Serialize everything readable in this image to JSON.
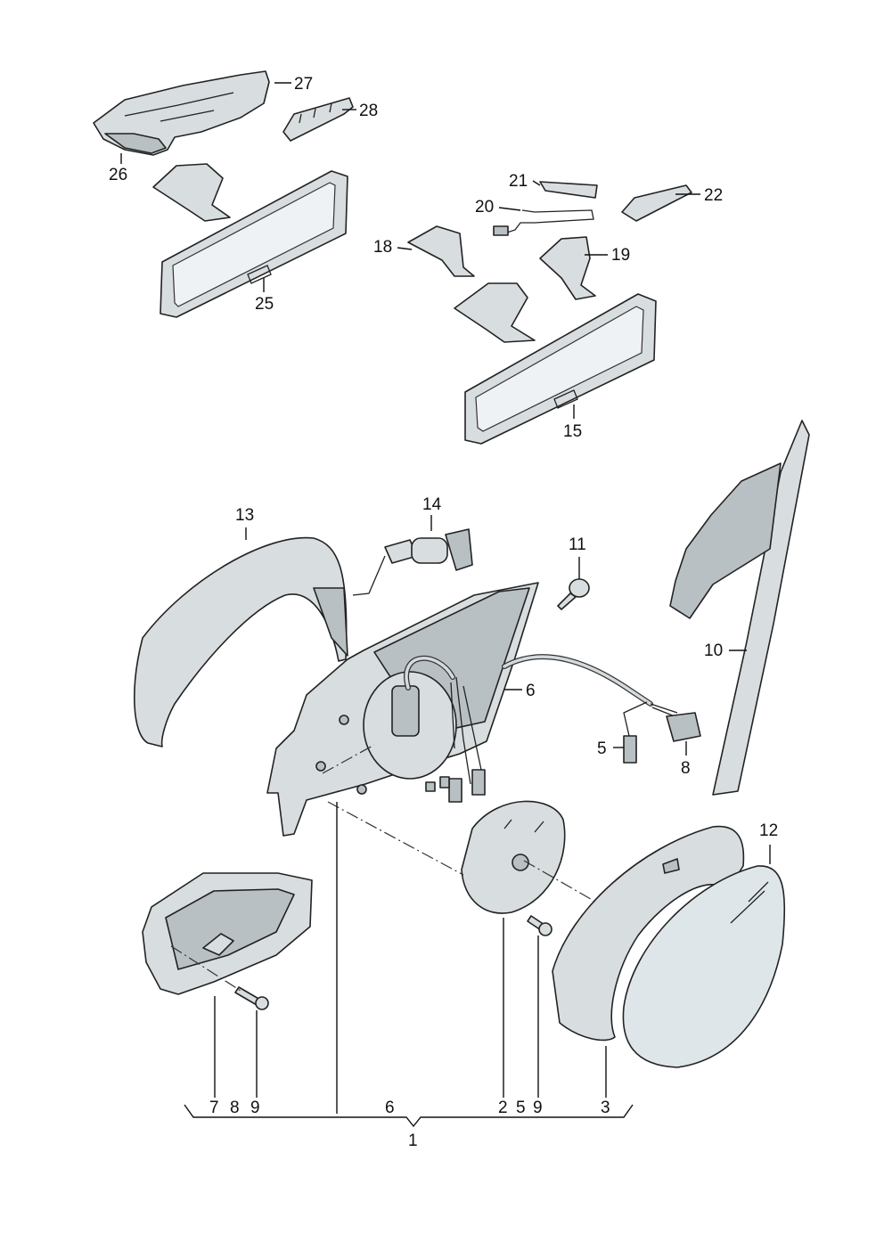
{
  "callouts": {
    "c27": "27",
    "c28": "28",
    "c26": "26",
    "c25": "25",
    "c21": "21",
    "c22": "22",
    "c20": "20",
    "c18": "18",
    "c19": "19",
    "c15": "15",
    "c13": "13",
    "c14": "14",
    "c11": "11",
    "c6": "6",
    "c10": "10",
    "c5": "5",
    "c8": "8",
    "c12": "12"
  },
  "bottom_groups": {
    "left": [
      "7",
      "8",
      "9"
    ],
    "center": "6",
    "right": [
      "2",
      "5",
      "9",
      "3"
    ],
    "assembly": "1"
  }
}
